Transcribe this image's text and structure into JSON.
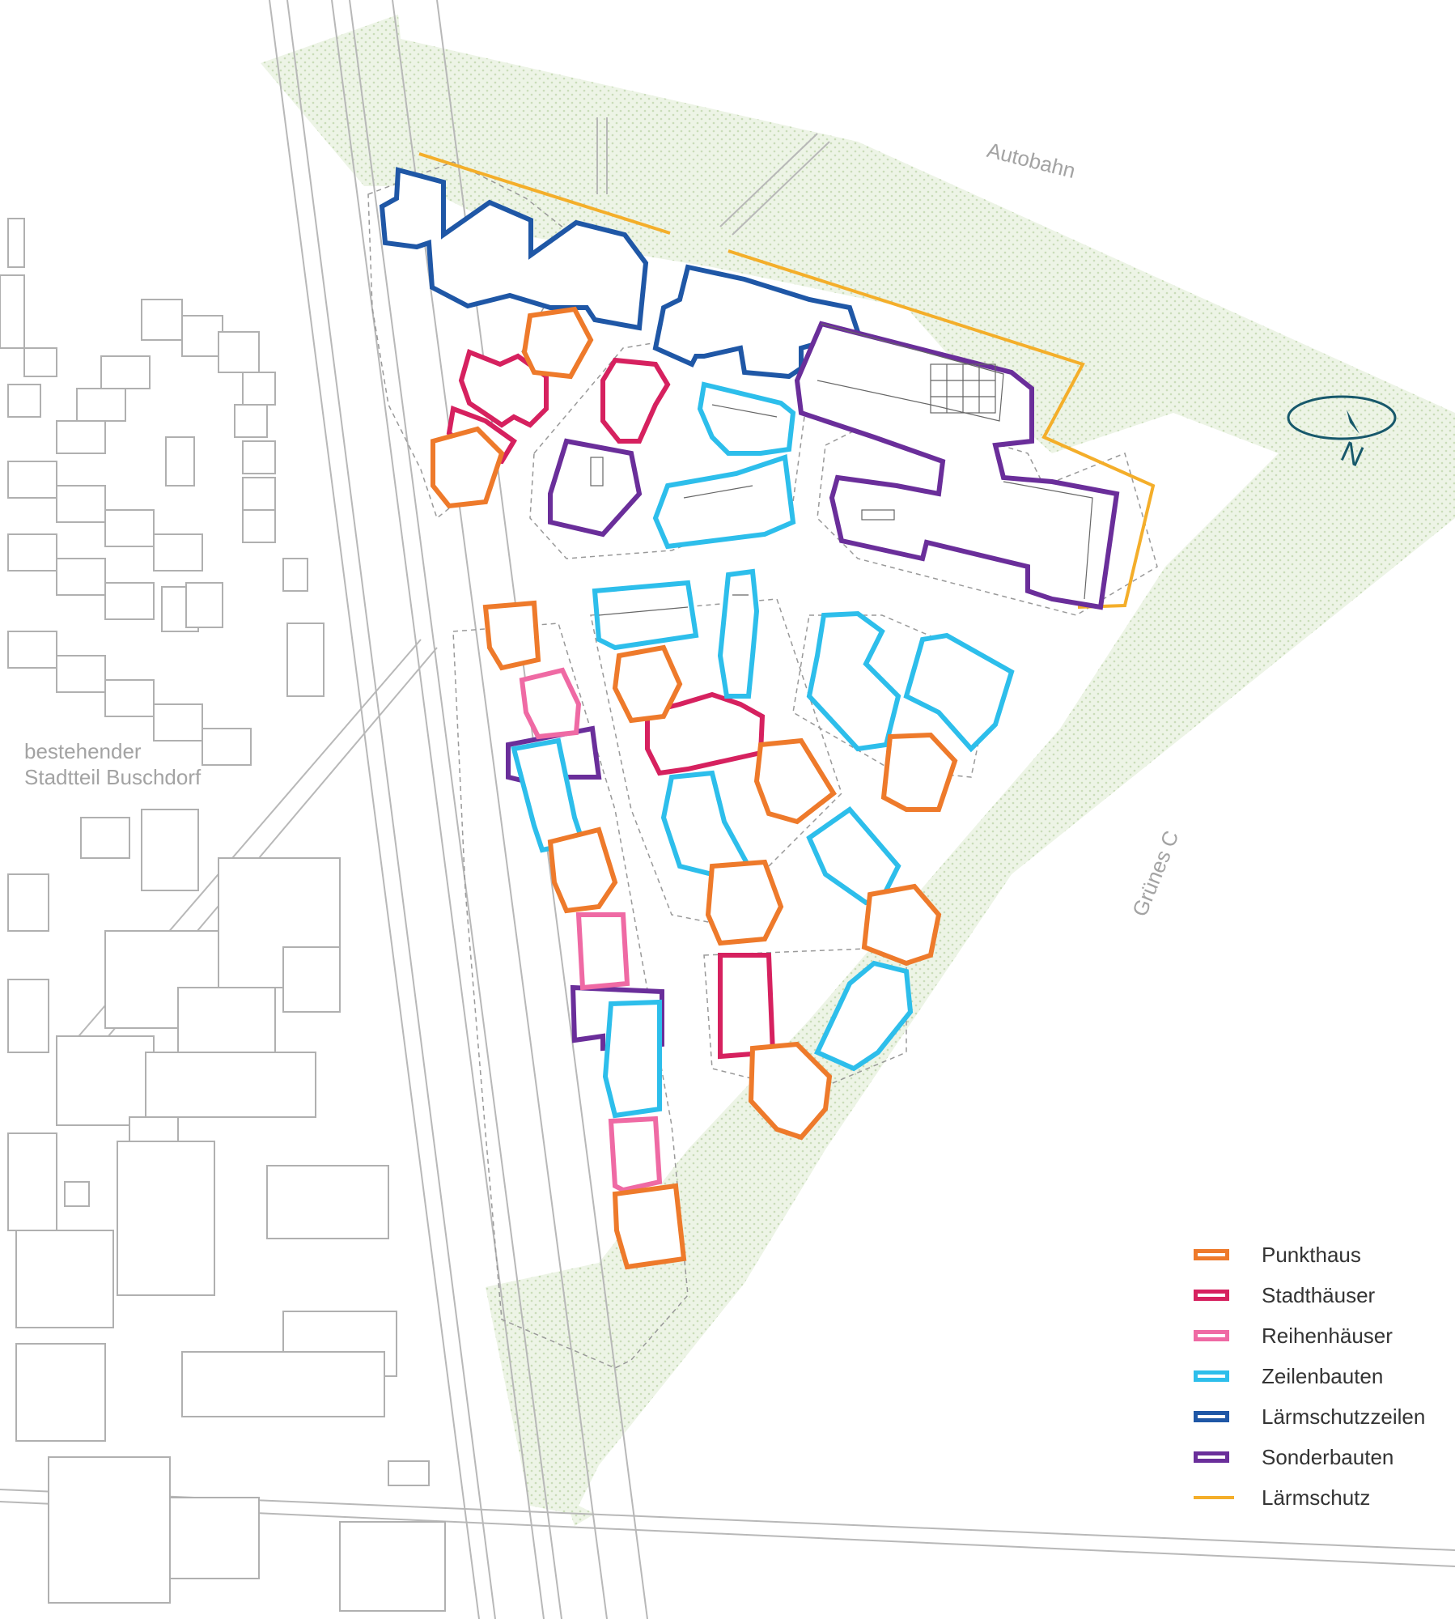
{
  "labels": {
    "district": "bestehender\nStadtteil Buschdorf",
    "autobahn": "Autobahn",
    "green": "Grünes C",
    "north": "N"
  },
  "legend": [
    {
      "label": "Punkthaus",
      "color": "#ee7a2b",
      "style": "box"
    },
    {
      "label": "Stadthäuser",
      "color": "#d6215f",
      "style": "box"
    },
    {
      "label": "Reihenhäuser",
      "color": "#ef6aa4",
      "style": "box"
    },
    {
      "label": "Zeilenbauten",
      "color": "#2dbeeb",
      "style": "box"
    },
    {
      "label": "Lärmschutzzeilen",
      "color": "#1f57a6",
      "style": "box"
    },
    {
      "label": "Sonderbauten",
      "color": "#6a2e9a",
      "style": "box"
    },
    {
      "label": "Lärmschutz",
      "color": "#f4ae2a",
      "style": "line"
    }
  ],
  "colors": {
    "green_belt": "#e6f0dc",
    "outline_existing": "#b0b0b0",
    "compass": "#17586b"
  }
}
